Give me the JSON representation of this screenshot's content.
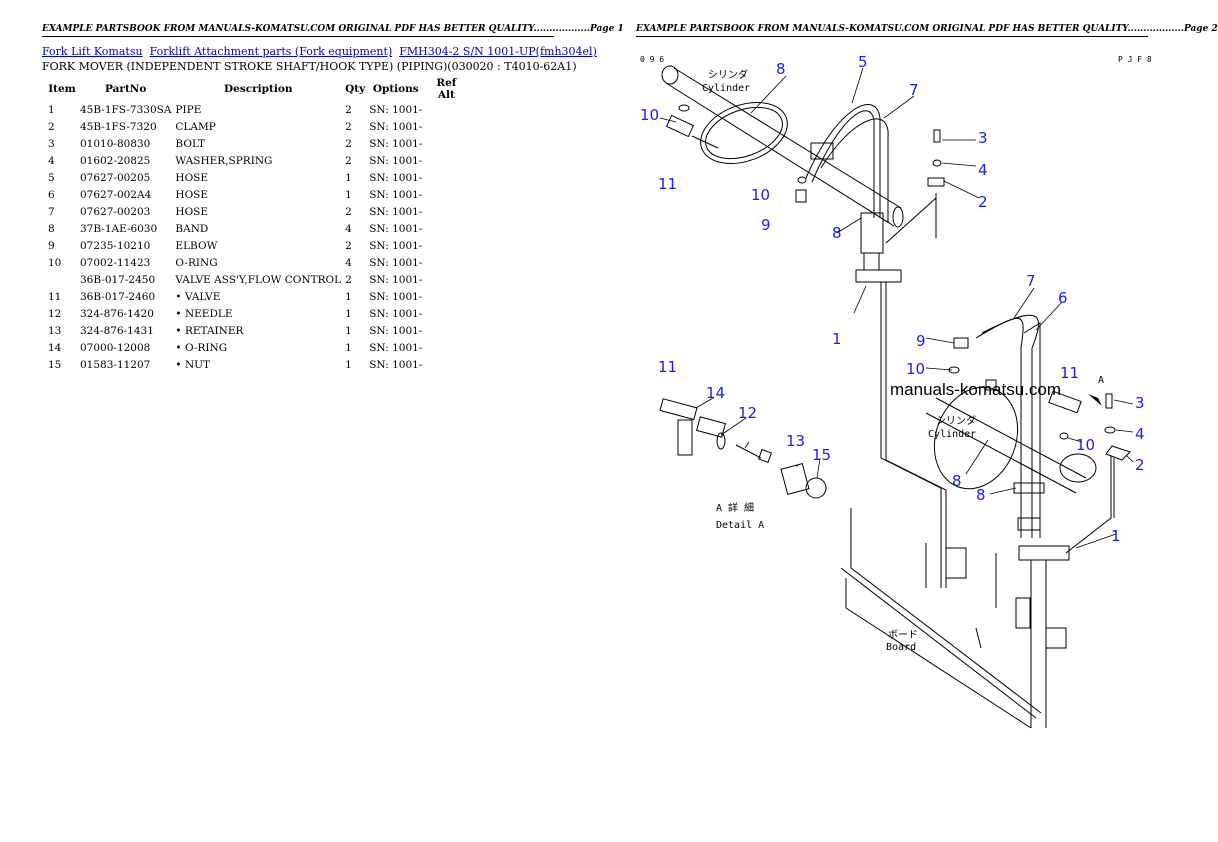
{
  "header": {
    "left": "EXAMPLE PARTSBOOK FROM MANUALS-KOMATSU.COM ORIGINAL PDF HAS BETTER QUALITY..................Page 1",
    "right": "EXAMPLE PARTSBOOK FROM MANUALS-KOMATSU.COM ORIGINAL PDF HAS BETTER QUALITY..................Page 2"
  },
  "breadcrumb": {
    "link1": "Fork Lift Komatsu",
    "link2": "Forklift Attachment parts (Fork equipment)",
    "link3": "FMH304-2  S/N  1001-UP(fmh304el)"
  },
  "subtitle": "FORK MOVER (INDEPENDENT STROKE SHAFT/HOOK TYPE) (PIPING)(030020 : T4010-62A1)",
  "table": {
    "headers": {
      "item": "Item",
      "partno": "PartNo",
      "description": "Description",
      "qty": "Qty",
      "options": "Options",
      "refalt": "Ref Alt"
    },
    "rows": [
      {
        "item": "1",
        "partno": "45B-1FS-7330SA",
        "description": "PIPE",
        "qty": "2",
        "options": "SN: 1001-"
      },
      {
        "item": "2",
        "partno": "45B-1FS-7320",
        "description": "CLAMP",
        "qty": "2",
        "options": "SN: 1001-"
      },
      {
        "item": "3",
        "partno": "01010-80830",
        "description": "BOLT",
        "qty": "2",
        "options": "SN: 1001-"
      },
      {
        "item": "4",
        "partno": "01602-20825",
        "description": "WASHER,SPRING",
        "qty": "2",
        "options": "SN: 1001-"
      },
      {
        "item": "5",
        "partno": "07627-00205",
        "description": "HOSE",
        "qty": "1",
        "options": "SN: 1001-"
      },
      {
        "item": "6",
        "partno": "07627-002A4",
        "description": "HOSE",
        "qty": "1",
        "options": "SN: 1001-"
      },
      {
        "item": "7",
        "partno": "07627-00203",
        "description": "HOSE",
        "qty": "2",
        "options": "SN: 1001-"
      },
      {
        "item": "8",
        "partno": "37B-1AE-6030",
        "description": "BAND",
        "qty": "4",
        "options": "SN: 1001-"
      },
      {
        "item": "9",
        "partno": "07235-10210",
        "description": "ELBOW",
        "qty": "2",
        "options": "SN: 1001-"
      },
      {
        "item": "10",
        "partno": "07002-11423",
        "description": "O-RING",
        "qty": "4",
        "options": "SN: 1001-"
      },
      {
        "item": "",
        "partno": "36B-017-2450",
        "description": "VALVE ASS'Y,FLOW CONTROL",
        "qty": "2",
        "options": "SN: 1001-"
      },
      {
        "item": "11",
        "partno": "36B-017-2460",
        "description": "• VALVE",
        "qty": "1",
        "options": "SN: 1001-"
      },
      {
        "item": "12",
        "partno": "324-876-1420",
        "description": "• NEEDLE",
        "qty": "1",
        "options": "SN: 1001-"
      },
      {
        "item": "13",
        "partno": "324-876-1431",
        "description": "• RETAINER",
        "qty": "1",
        "options": "SN: 1001-"
      },
      {
        "item": "14",
        "partno": "07000-12008",
        "description": "• O-RING",
        "qty": "1",
        "options": "SN: 1001-"
      },
      {
        "item": "15",
        "partno": "01583-11207",
        "description": "• NUT",
        "qty": "1",
        "options": "SN: 1001-"
      }
    ]
  },
  "diagram": {
    "code_left": "0 9 6",
    "code_right": "P J F 8",
    "watermark": "manuals-komatsu.com",
    "cylinder_jp": "シリンダ",
    "cylinder_en": "Cylinder",
    "detail_jp": "A 詳 細",
    "detail_en": "Detail A",
    "board_jp": "ボード",
    "board_en": "Board",
    "view_a": "A",
    "callouts": [
      "8",
      "5",
      "7",
      "10",
      "11",
      "10",
      "9",
      "8",
      "3",
      "4",
      "2",
      "1",
      "7",
      "6",
      "9",
      "10",
      "11",
      "3",
      "4",
      "2",
      "8",
      "8",
      "10",
      "1",
      "11",
      "14",
      "12",
      "13",
      "15"
    ],
    "callout_color": "#1a1aff"
  }
}
